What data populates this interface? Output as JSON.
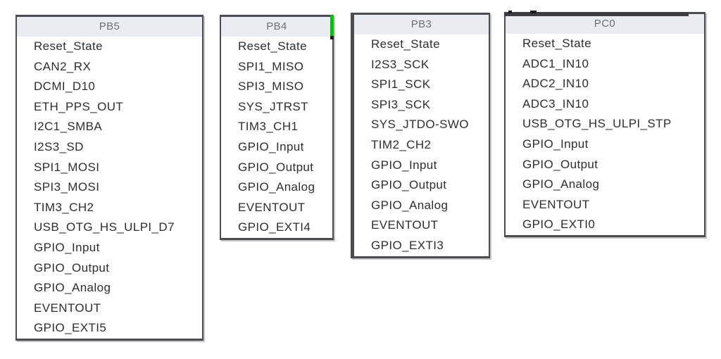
{
  "title": "Pin alternate-function context menus",
  "colors": {
    "background": "#ffffff",
    "menu_border": "#4c4c50",
    "menu_header_bg": "#e9edf2",
    "menu_header_text": "#6f6f75",
    "item_text": "#2e2e2e",
    "configured_pin_green": "#00c000",
    "shadow_gray": "#a0a0a0"
  },
  "menus": [
    {
      "pin": "PB5",
      "items": [
        "Reset_State",
        "CAN2_RX",
        "DCMI_D10",
        "ETH_PPS_OUT",
        "I2C1_SMBA",
        "I2S3_SD",
        "SPI1_MOSI",
        "SPI3_MOSI",
        "TIM3_CH2",
        "USB_OTG_HS_ULPI_D7",
        "GPIO_Input",
        "GPIO_Output",
        "GPIO_Analog",
        "EVENTOUT",
        "GPIO_EXTI5"
      ]
    },
    {
      "pin": "PB4",
      "items": [
        "Reset_State",
        "SPI1_MISO",
        "SPI3_MISO",
        "SYS_JTRST",
        "TIM3_CH1",
        "GPIO_Input",
        "GPIO_Output",
        "GPIO_Analog",
        "EVENTOUT",
        "GPIO_EXTI4"
      ]
    },
    {
      "pin": "PB3",
      "items": [
        "Reset_State",
        "I2S3_SCK",
        "SPI1_SCK",
        "SPI3_SCK",
        "SYS_JTDO-SWO",
        "TIM2_CH2",
        "GPIO_Input",
        "GPIO_Output",
        "GPIO_Analog",
        "EVENTOUT",
        "GPIO_EXTI3"
      ]
    },
    {
      "pin": "PC0",
      "items": [
        "Reset_State",
        "ADC1_IN10",
        "ADC2_IN10",
        "ADC3_IN10",
        "USB_OTG_HS_ULPI_STP",
        "GPIO_Input",
        "GPIO_Output",
        "GPIO_Analog",
        "EVENTOUT",
        "GPIO_EXTI0"
      ]
    }
  ]
}
